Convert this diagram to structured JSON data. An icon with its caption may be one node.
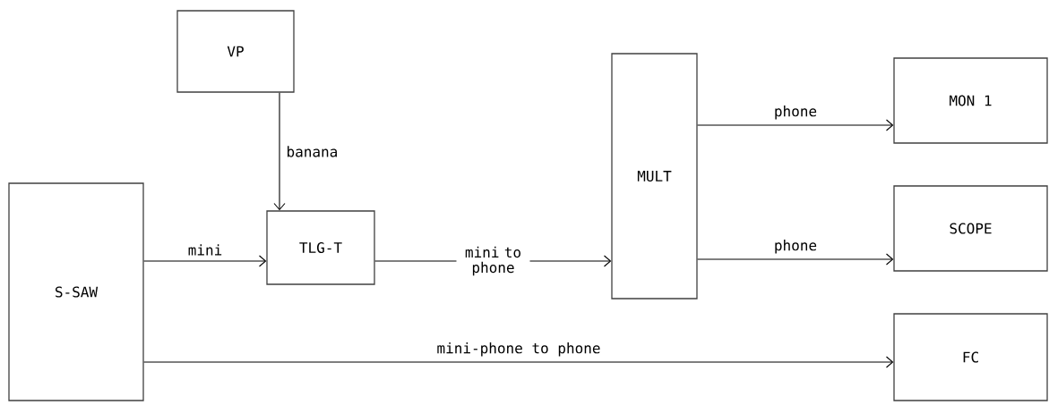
{
  "diagram": {
    "nodes": [
      {
        "text": [
          "S-SAW"
        ]
      },
      {
        "text": [
          "VP"
        ]
      },
      {
        "text": [
          "TLG-T"
        ]
      },
      {
        "text": [
          "MULT"
        ]
      },
      {
        "text": [
          "MON 1"
        ]
      },
      {
        "text": [
          "SCOPE"
        ]
      },
      {
        "text": [
          "FC"
        ]
      }
    ],
    "edges": [
      {
        "from": 0,
        "to": 2,
        "arrow": "to",
        "label": "mini"
      },
      {
        "from": 1,
        "to": 2,
        "arrow": "to",
        "label": "banana"
      },
      {
        "from": 2,
        "to": 3,
        "arrow": "to",
        "label": "mini to phone"
      },
      {
        "from": 3,
        "to": 4,
        "arrow": "to",
        "label": "phone"
      },
      {
        "from": 3,
        "to": 5,
        "arrow": "to",
        "label": "phone"
      },
      {
        "from": 0,
        "to": 6,
        "arrow": "to",
        "label": "mini-phone to phone"
      }
    ]
  }
}
